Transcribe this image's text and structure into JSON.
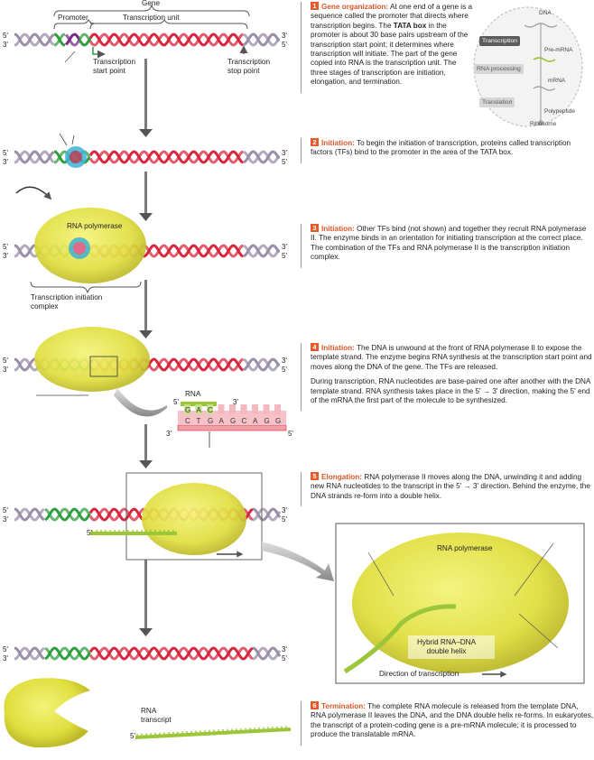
{
  "labels": {
    "gene": "Gene",
    "promoter": "Promoter",
    "transcription_unit": "Transcription unit",
    "transcription_start_point": "Transcription\nstart point",
    "transcription_stop_point": "Transcription\nstop point",
    "rna_polymerase": "RNA polymerase",
    "transcription_initiation_complex": "Transcription initiation\ncomplex",
    "rna": "RNA",
    "rna_transcript": "RNA\ntranscript",
    "rna_polymerase_zoom": "RNA polymerase",
    "hybrid": "Hybrid RNA–DNA\ndouble helix",
    "direction": "Direction of transcription",
    "five_prime": "5'",
    "three_prime": "3'",
    "bases_top": [
      "G",
      "A",
      "C",
      "",
      "",
      "",
      "",
      "",
      ""
    ],
    "bases_bottom": [
      "C",
      "T",
      "G",
      "A",
      "G",
      "C",
      "A",
      "G",
      "G"
    ]
  },
  "overview": {
    "dna": "DNA",
    "transcription": "Transcription",
    "pre_mrna": "Pre-mRNA",
    "rna_processing": "RNA processing",
    "mrna": "mRNA",
    "translation": "Translation",
    "polypeptide": "Polypeptide",
    "ribosome": "Ribosome"
  },
  "steps": [
    {
      "num": "1",
      "title": "Gene organization:",
      "text": "At one end of a gene is a sequence called the promoter that directs where transcription begins. The",
      "bold": "TATA box",
      "text2": "in the promoter is about 30 base pairs upstream of the transcription start point; it determines where transcription will initiate. The part of the gene copied into RNA is the transcription unit. The three stages of transcription are initiation, elongation, and termination."
    },
    {
      "num": "2",
      "title": "Initiation:",
      "text": "To begin the initiation of transcription, proteins called transcription factors (TFs) bind to the promoter in the area of the TATA box."
    },
    {
      "num": "3",
      "title": "Initiation:",
      "text": "Other TFs bind (not shown) and together they recruit RNA polymerase II. The enzyme binds in an orientation for initiating transcription at the correct place. The combination of the TFs and RNA polymerase II is the transcription initiation complex."
    },
    {
      "num": "4",
      "title": "Initiation:",
      "text": "The DNA is unwound at the front of RNA polymerase II to expose the template strand. The enzyme begins RNA synthesis at the transcription start point and moves along the DNA of the gene. The TFs are released.",
      "text2": "During transcription, RNA nucleotides are base-paired one after another with the DNA template strand. RNA synthesis takes place in the 5' → 3' direction, making the 5' end of the mRNA the first part of the molecule to be synthesized."
    },
    {
      "num": "5",
      "title": "Elongation:",
      "text": "RNA polymerase II moves along the DNA, unwinding it and adding new RNA nucleotides to the transcript in the 5' → 3' direction. Behind the enzyme, the DNA strands re-form into a double helix."
    },
    {
      "num": "6",
      "title": "Termination:",
      "text": "The complete RNA molecule is released from the template DNA, RNA polymerase II leaves the DNA, and the DNA double helix re-forms. In eukaryotes, the transcript of a protein-coding gene is a pre-mRNA molecule; it is processed to produce the translatable mRNA."
    }
  ],
  "colors": {
    "coding_dna": "#d7263d",
    "promoter_dna": "#2e9e3e",
    "tata_box": "#7a2a8a",
    "flank_dna": "#9a8ea8",
    "polymerase": "#e3e24a",
    "transcription_factor": "#3bb3d6",
    "rna": "#9cc63a",
    "step_number": "#e8592a"
  }
}
